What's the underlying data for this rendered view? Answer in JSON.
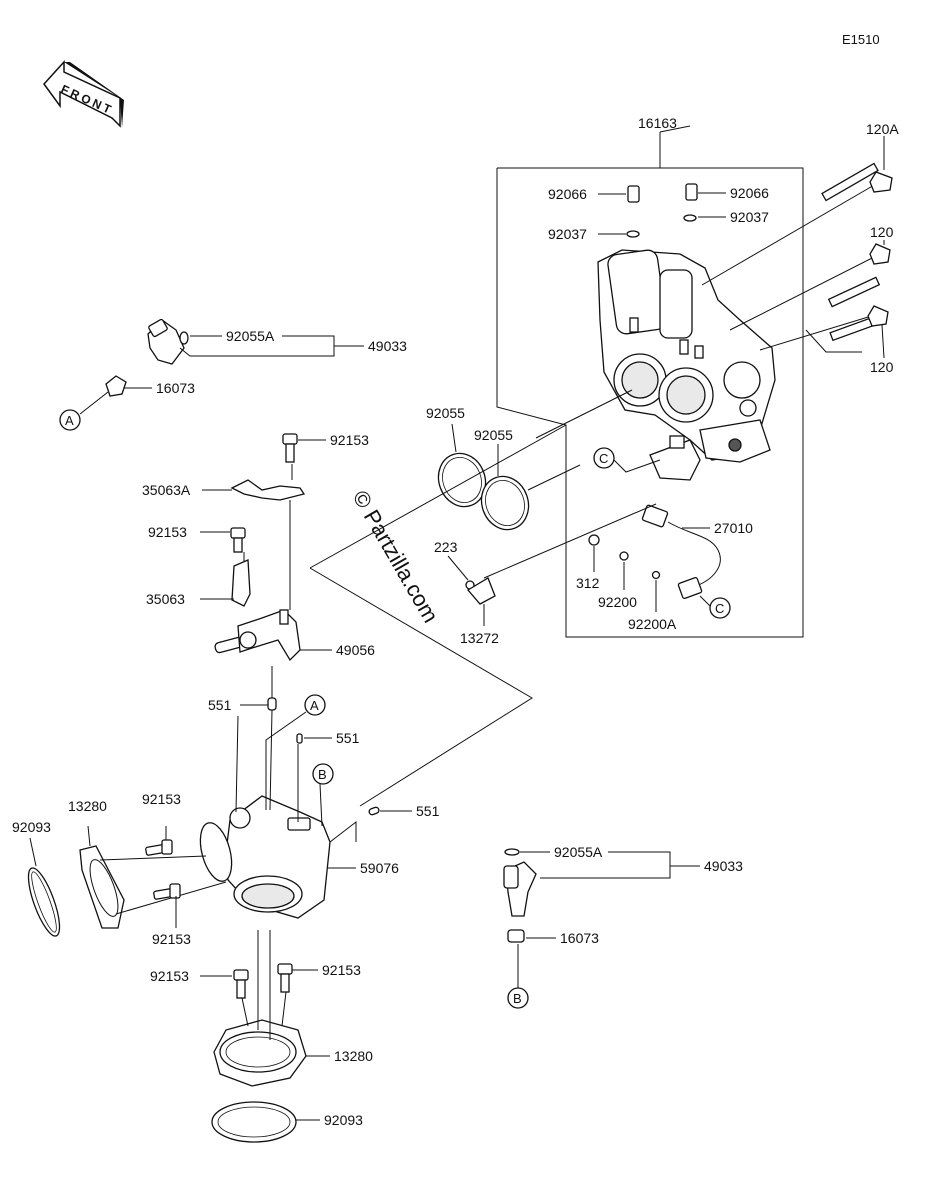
{
  "diagram_code": "E1510",
  "front_arrow": {
    "text": "FRONT"
  },
  "watermark": "© Partzilla.com",
  "parts": {
    "p16163": "16163",
    "p120A": "120A",
    "p120_top": "120",
    "p120_bottom": "120",
    "p92066_left": "92066",
    "p92066_right": "92066",
    "p92037_left": "92037",
    "p92037_right": "92037",
    "p92055A_top": "92055A",
    "p49033_top": "49033",
    "p16073_top": "16073",
    "p92153_a": "92153",
    "p35063A": "35063A",
    "p92055_left": "92055",
    "p92055_right": "92055",
    "p92153_b": "92153",
    "p35063": "35063",
    "p223": "223",
    "p13272": "13272",
    "p27010": "27010",
    "p312": "312",
    "p92200": "92200",
    "p92200A": "92200A",
    "p49056": "49056",
    "p551_a": "551",
    "p551_b": "551",
    "p551_c": "551",
    "p13280_left": "13280",
    "p92153_c": "92153",
    "p92093_left": "92093",
    "p59076": "59076",
    "p92153_d": "92153",
    "p92153_e": "92153",
    "p92153_f": "92153",
    "p92055A_bottom": "92055A",
    "p49033_bottom": "49033",
    "p16073_bottom": "16073",
    "p13280_bottom": "13280",
    "p92093_bottom": "92093"
  },
  "refs": {
    "a_top": "A",
    "a_mid": "A",
    "b_mid": "B",
    "b_bottom": "B",
    "c_top": "C",
    "c_bottom": "C"
  }
}
